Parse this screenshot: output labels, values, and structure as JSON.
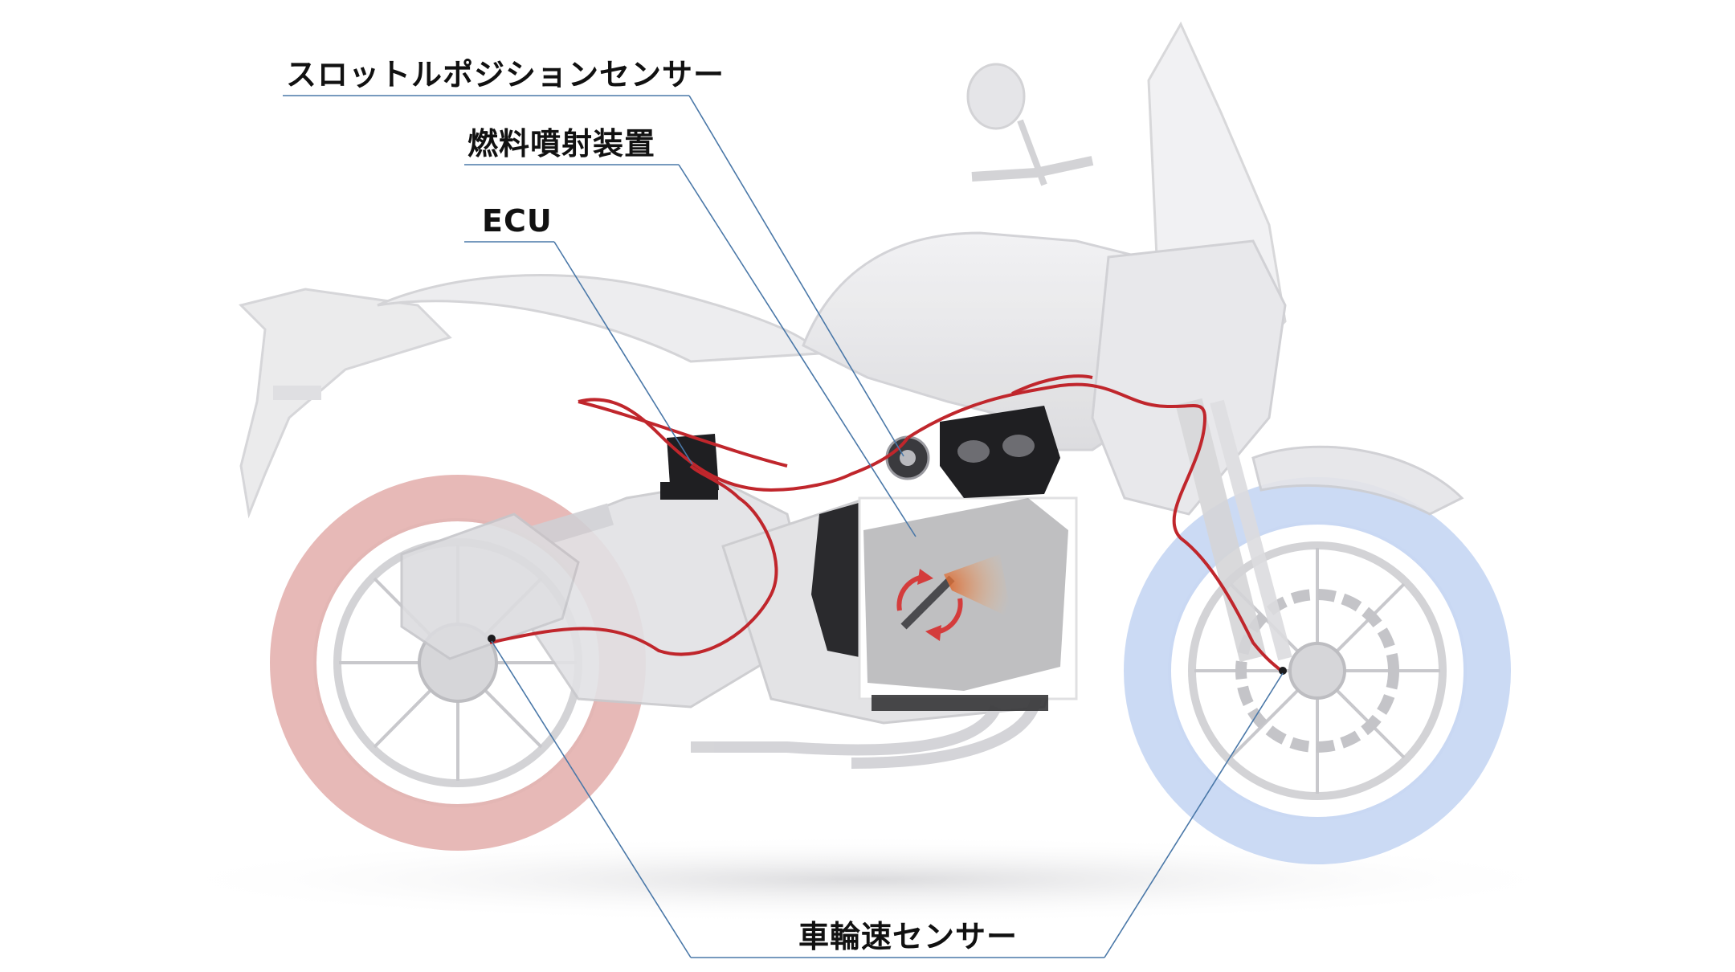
{
  "labels": {
    "throttle_position_sensor": "スロットルポジションセンサー",
    "fuel_injection": "燃料噴射装置",
    "ecu": "ECU",
    "wheel_speed_sensor": "車輪速センサー"
  },
  "colors": {
    "leader_line": "#4a78a8",
    "wiring": "#c0262c",
    "rear_wheel_tint": "#d98a88",
    "front_wheel_tint": "#aac4ee",
    "body": "#e6e6e8",
    "label_text": "#111111"
  }
}
